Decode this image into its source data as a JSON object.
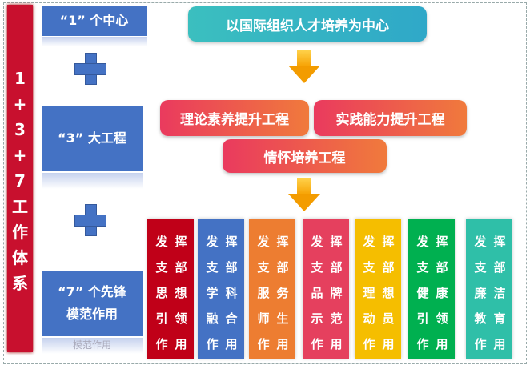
{
  "system_label": [
    "1",
    "+",
    "3",
    "+",
    "7",
    "工",
    "作",
    "体",
    "系"
  ],
  "left_boxes": {
    "one": "“1” 个中心",
    "three": "“3” 大工程",
    "seven": "“7” 个先锋模范作用",
    "seven_reflection": "模范作用"
  },
  "center": "以国际组织人才培养为中心",
  "projects": [
    "理论素养提升工程",
    "实践能力提升工程",
    "情怀培养工程"
  ],
  "roles": [
    {
      "text": "发挥支部思想引领作用",
      "color": "#c00018"
    },
    {
      "text": "发挥支部学科融合作用",
      "color": "#4472c4"
    },
    {
      "text": "发挥支部服务师生作用",
      "color": "#ed7d31"
    },
    {
      "text": "发挥支部品牌示范作用",
      "color": "#e5405e"
    },
    {
      "text": "发挥支部理想动员作用",
      "color": "#f5be00"
    },
    {
      "text": "发挥支部健康引领作用",
      "color": "#00b050"
    },
    {
      "text": "发挥支部廉洁教育作用",
      "color": "#2fbfa8"
    }
  ]
}
